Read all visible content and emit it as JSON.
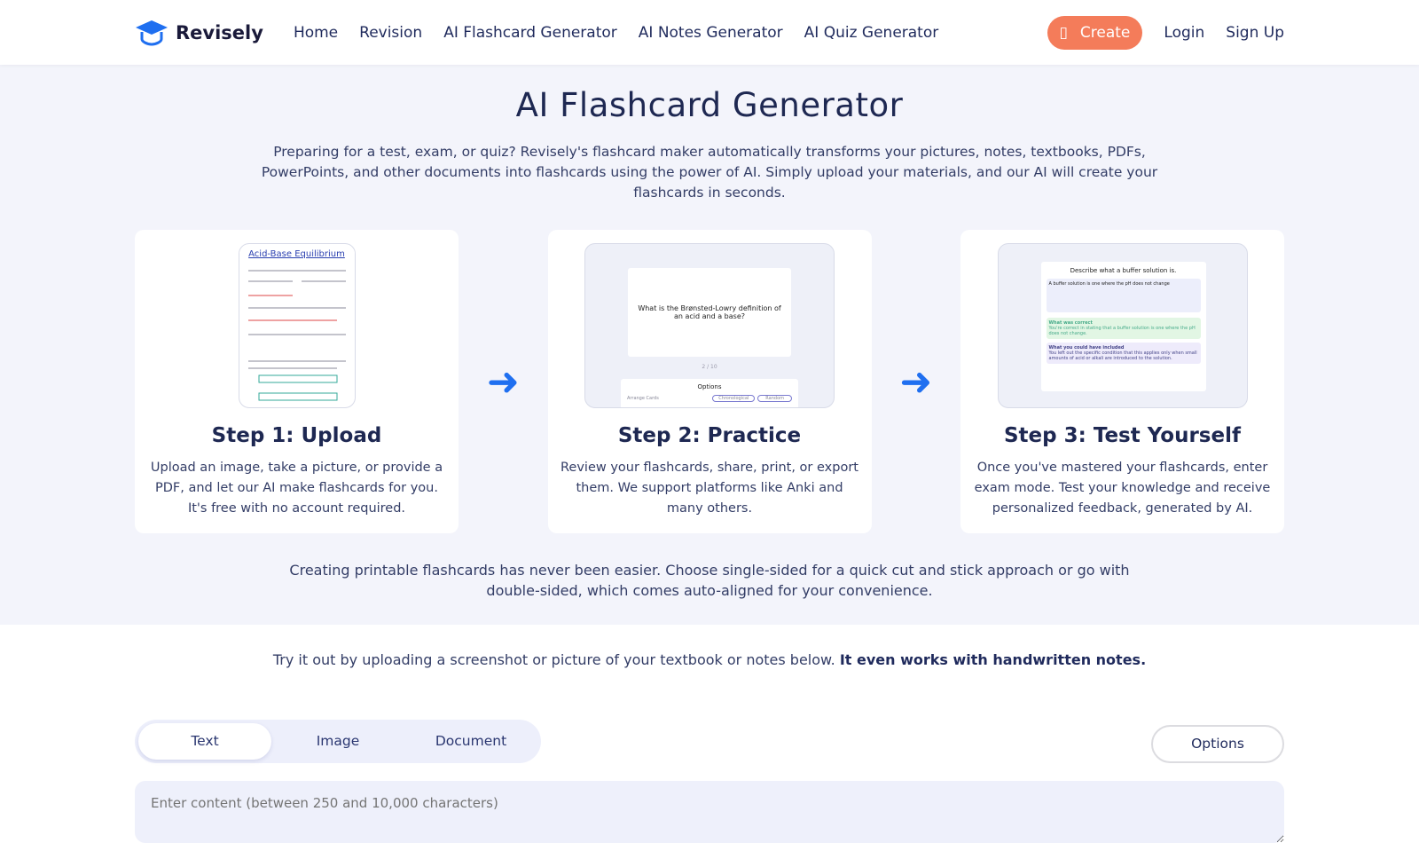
{
  "header": {
    "brand": "Revisely",
    "nav": [
      "Home",
      "Revision",
      "AI Flashcard Generator",
      "AI Notes Generator",
      "AI Quiz Generator"
    ],
    "create_label": "Create",
    "login": "Login",
    "signup": "Sign Up"
  },
  "hero": {
    "title": "AI Flashcard Generator",
    "intro": "Preparing for a test, exam, or quiz? Revisely's flashcard maker automatically transforms your pictures, notes, textbooks, PDFs, PowerPoints, and other documents into flashcards using the power of AI. Simply upload your materials, and our AI will create your flashcards in seconds.",
    "steps": [
      {
        "title": "Step 1: Upload",
        "text": "Upload an image, take a picture, or provide a PDF, and let our AI make flashcards for you. It's free with no account required.",
        "thumb_title": "Acid-Base Equilibrium"
      },
      {
        "title": "Step 2: Practice",
        "text": "Review your flashcards, share, print, or export them. We support platforms like Anki and many others.",
        "thumb_question": "What is the Brønsted-Lowry definition of an acid and a base?",
        "thumb_counter": "2 / 10",
        "thumb_options": "Options",
        "thumb_arrange": "Arrange Cards",
        "thumb_chrono": "Chronological",
        "thumb_random": "Random"
      },
      {
        "title": "Step 3: Test Yourself",
        "text": "Once you've mastered your flashcards, enter exam mode. Test your knowledge and receive personalized feedback, generated by AI.",
        "thumb_question": "Describe what a buffer solution is.",
        "thumb_answer": "A buffer solution is one where the pH does not change",
        "thumb_correct_title": "What was correct",
        "thumb_correct": "You're correct in stating that a buffer solution is one where the pH does not change.",
        "thumb_missing_title": "What you could have included",
        "thumb_missing": "You left out the specific condition that this applies only when small amounts of acid or alkali are introduced to the solution."
      }
    ],
    "outro": "Creating printable flashcards has never been easier. Choose single-sided for a quick cut and stick approach or go with double-sided, which comes auto-aligned for your convenience."
  },
  "tool": {
    "prompt": "Try it out by uploading a screenshot or picture of your textbook or notes below.",
    "prompt_bold": "It even works with handwritten notes.",
    "tabs": [
      "Text",
      "Image",
      "Document"
    ],
    "options_label": "Options",
    "input_placeholder": "Enter content (between 250 and 10,000 characters)"
  },
  "colors": {
    "accent": "#1f6ff0",
    "create": "#f47c5a",
    "text": "#1f2a5c",
    "hero_bg": "#f3f4fb"
  }
}
